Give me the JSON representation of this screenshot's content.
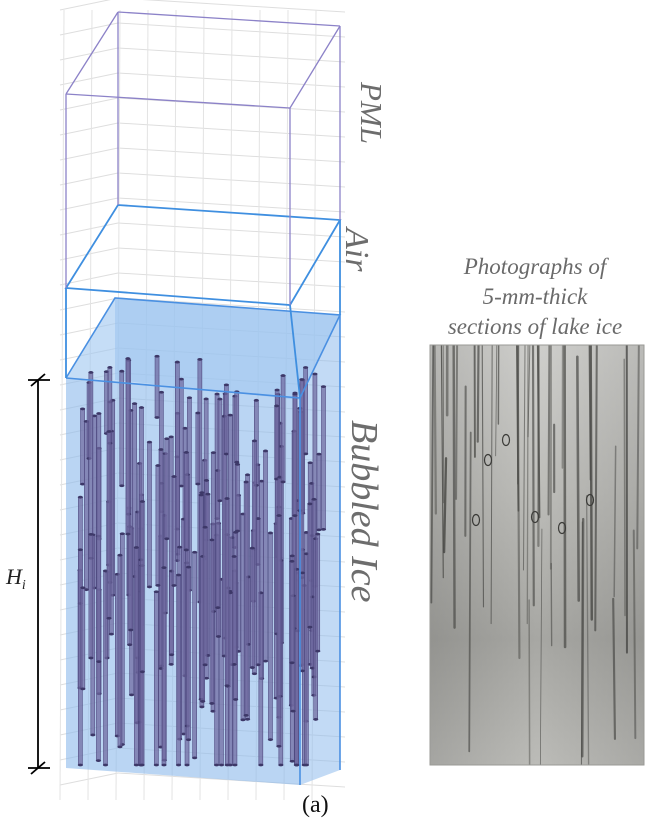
{
  "figure": {
    "sublabel": "(a)"
  },
  "regions": {
    "pml": "PML",
    "air": "Air",
    "ice": "Bubbled Ice"
  },
  "dimension": {
    "label_base": "H",
    "label_sub": "i"
  },
  "photo": {
    "caption_lines": [
      "Photographs of",
      "5-mm-thick",
      "sections of lake ice"
    ]
  },
  "colors": {
    "ice_fill": "#8fbbec",
    "ice_edge": "#4a90e2",
    "air_edge": "#3f8fe0",
    "pml_edge": "#8c82c8",
    "bubble": "#6f6aa0",
    "grid": "#d6d6d6",
    "label": "#6d6d6d"
  }
}
